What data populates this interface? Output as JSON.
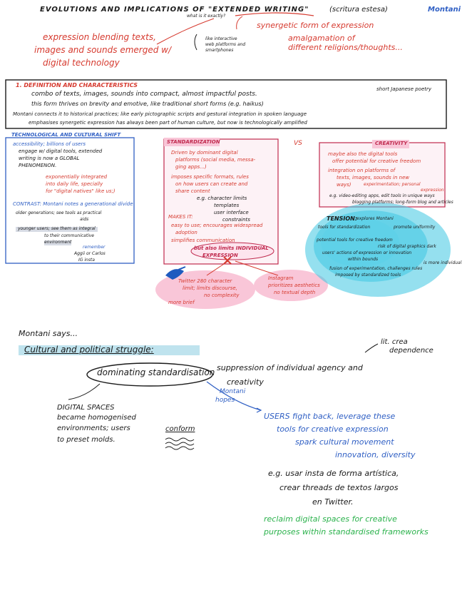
{
  "header": {
    "title": "EVOLUTIONS AND IMPLICATIONS OF \"EXTENDED WRITING\"",
    "title_alt": "(scritura estesa)",
    "author": "Montani",
    "what_is_it": "what is it exactly?",
    "synergetic": "synergetic form of expression",
    "amalgamation_1": "amalgamation of",
    "amalgamation_2": "different religions/thoughts...",
    "blend_1": "expression blending texts,",
    "blend_2": "images and sounds  emerged w/",
    "blend_3": "digital technology",
    "platforms_1": "like interactive",
    "platforms_2": "web platforms and",
    "platforms_3": "smartphones"
  },
  "definition": {
    "heading": "1. DEFINITION AND CHARACTERISTICS",
    "line1": "combo of texts, images, sounds into compact, almost impactful posts.",
    "line2": "this form thrives on brevity and emotive, like traditional short forms (e.g. haikus)",
    "haiku_note": "short Japanese poetry",
    "line3": "Montani connects it to historical practices; like early pictographic scripts and gestural integration in spoken language",
    "line4": "emphasises synergetic expression has always been part of human culture, but now is technologically amplified"
  },
  "tech": {
    "heading": "TECHNOLOGICAL AND CULTURAL SHIFT",
    "accessibility_1": "accessibility; billions of users",
    "accessibility_2": "engage w/ digital tools, extended",
    "accessibility_3": "writing is now a GLOBAL",
    "accessibility_4": "PHENOMENON.",
    "integrated_1": "exponentially integrated",
    "integrated_2": "into daily life, specially",
    "integrated_3": "for \"digital natives\" like us;)",
    "contrast_1": "CONTRAST: Montani notes a generational divide",
    "contrast_2": "older generations; see tools as practical",
    "contrast_3": "aids",
    "contrast_4": "younger users; see them as integral",
    "contrast_5": "to their communicative",
    "contrast_6": "environment",
    "remember_1": "remember",
    "remember_2": "Aggii or Carlos",
    "remember_3": "IG insta"
  },
  "standard": {
    "heading": "STANDARDIZATION",
    "driven_1": "Driven by dominant digital",
    "driven_2": "platforms (social media, messa-",
    "driven_3": "ging apps...)",
    "imposes_1": "imposes specific formats, rules",
    "imposes_2": "on how users can create and",
    "imposes_3": "share content",
    "char_1": "e.g. character limits",
    "char_2": "templates",
    "char_3": "user interface",
    "char_4": "constraints",
    "makes": "MAKES IT:",
    "easy_1": "easy to use; encourages widespread",
    "easy_2": "adoption",
    "simplifies": "simplifies communication",
    "limits_1": "but also limits INDIVIDUAL",
    "limits_2": "EXPRESSION",
    "twitter_1": "Twitter 280 character",
    "twitter_2": "limit; limits discourse,",
    "twitter_3": "no complexity",
    "twitter_4": "more brief",
    "insta_1": "Instagram",
    "insta_2": "prioritizes aesthetics",
    "insta_3": "no textual depth"
  },
  "vs": "VS",
  "creativity": {
    "heading": "CREATIVITY",
    "line1": "maybe also the digital tools",
    "line2": "offer potential for creative freedom",
    "line3": "integration on platforms of",
    "line4": "texts, images, sounds in new",
    "line5": "ways)",
    "line6": "experimentation; personal",
    "line7": "expression",
    "line8": "e.g. video-editing apps, edit tools in unique ways",
    "line9": "blogging platforms; long-form blog and articles"
  },
  "tension": {
    "heading": "TENSION:",
    "sub": "explores Montani",
    "tools": "tools for standardization",
    "tools_note": "promote uniformity",
    "potential": "potential tools for creative freedom",
    "potential_note": "risk of digital graphics dark",
    "users": "users' actions of expression or innovation",
    "users_note": "within bounds",
    "fusion_1": "fusion of experimentation, challenges rules",
    "fusion_2": "imposed by standardized tools",
    "outer": "is more individual"
  },
  "montani": {
    "says": "Montani says...",
    "struggle": "Cultural and political struggle:",
    "lit_1": "lit. crea",
    "lit_2": "dependence",
    "dominating": "dominating standardisation",
    "suppression_1": "suppression of individual agency and",
    "suppression_2": "creativity",
    "spaces_1": "DIGITAL SPACES",
    "spaces_2": "became homogenised",
    "spaces_3": "environments; users",
    "spaces_4": "to preset molds.",
    "conform": "conform",
    "hopes_1": "Montani",
    "hopes_2": "hopes",
    "users_1": "USERS fight back, leverage these",
    "users_2": "tools for creative expression",
    "spark": "spark cultural movement",
    "innovation": "innovation, diversity",
    "eg_1": "e.g. usar insta de forma artística,",
    "eg_2": "crear threads de textos largos",
    "eg_3": "en Twitter.",
    "reclaim_1": "reclaim digital spaces for creative",
    "reclaim_2": "purposes within standardised frameworks"
  },
  "colors": {
    "ink": "#1a1a1a",
    "red": "#d63a2f",
    "blue": "#2f5fc4",
    "green": "#2bb24c",
    "pink": "#f9c6d8",
    "cyan": "#3ec6e2",
    "teal_highlight": "#bfe3ee"
  }
}
